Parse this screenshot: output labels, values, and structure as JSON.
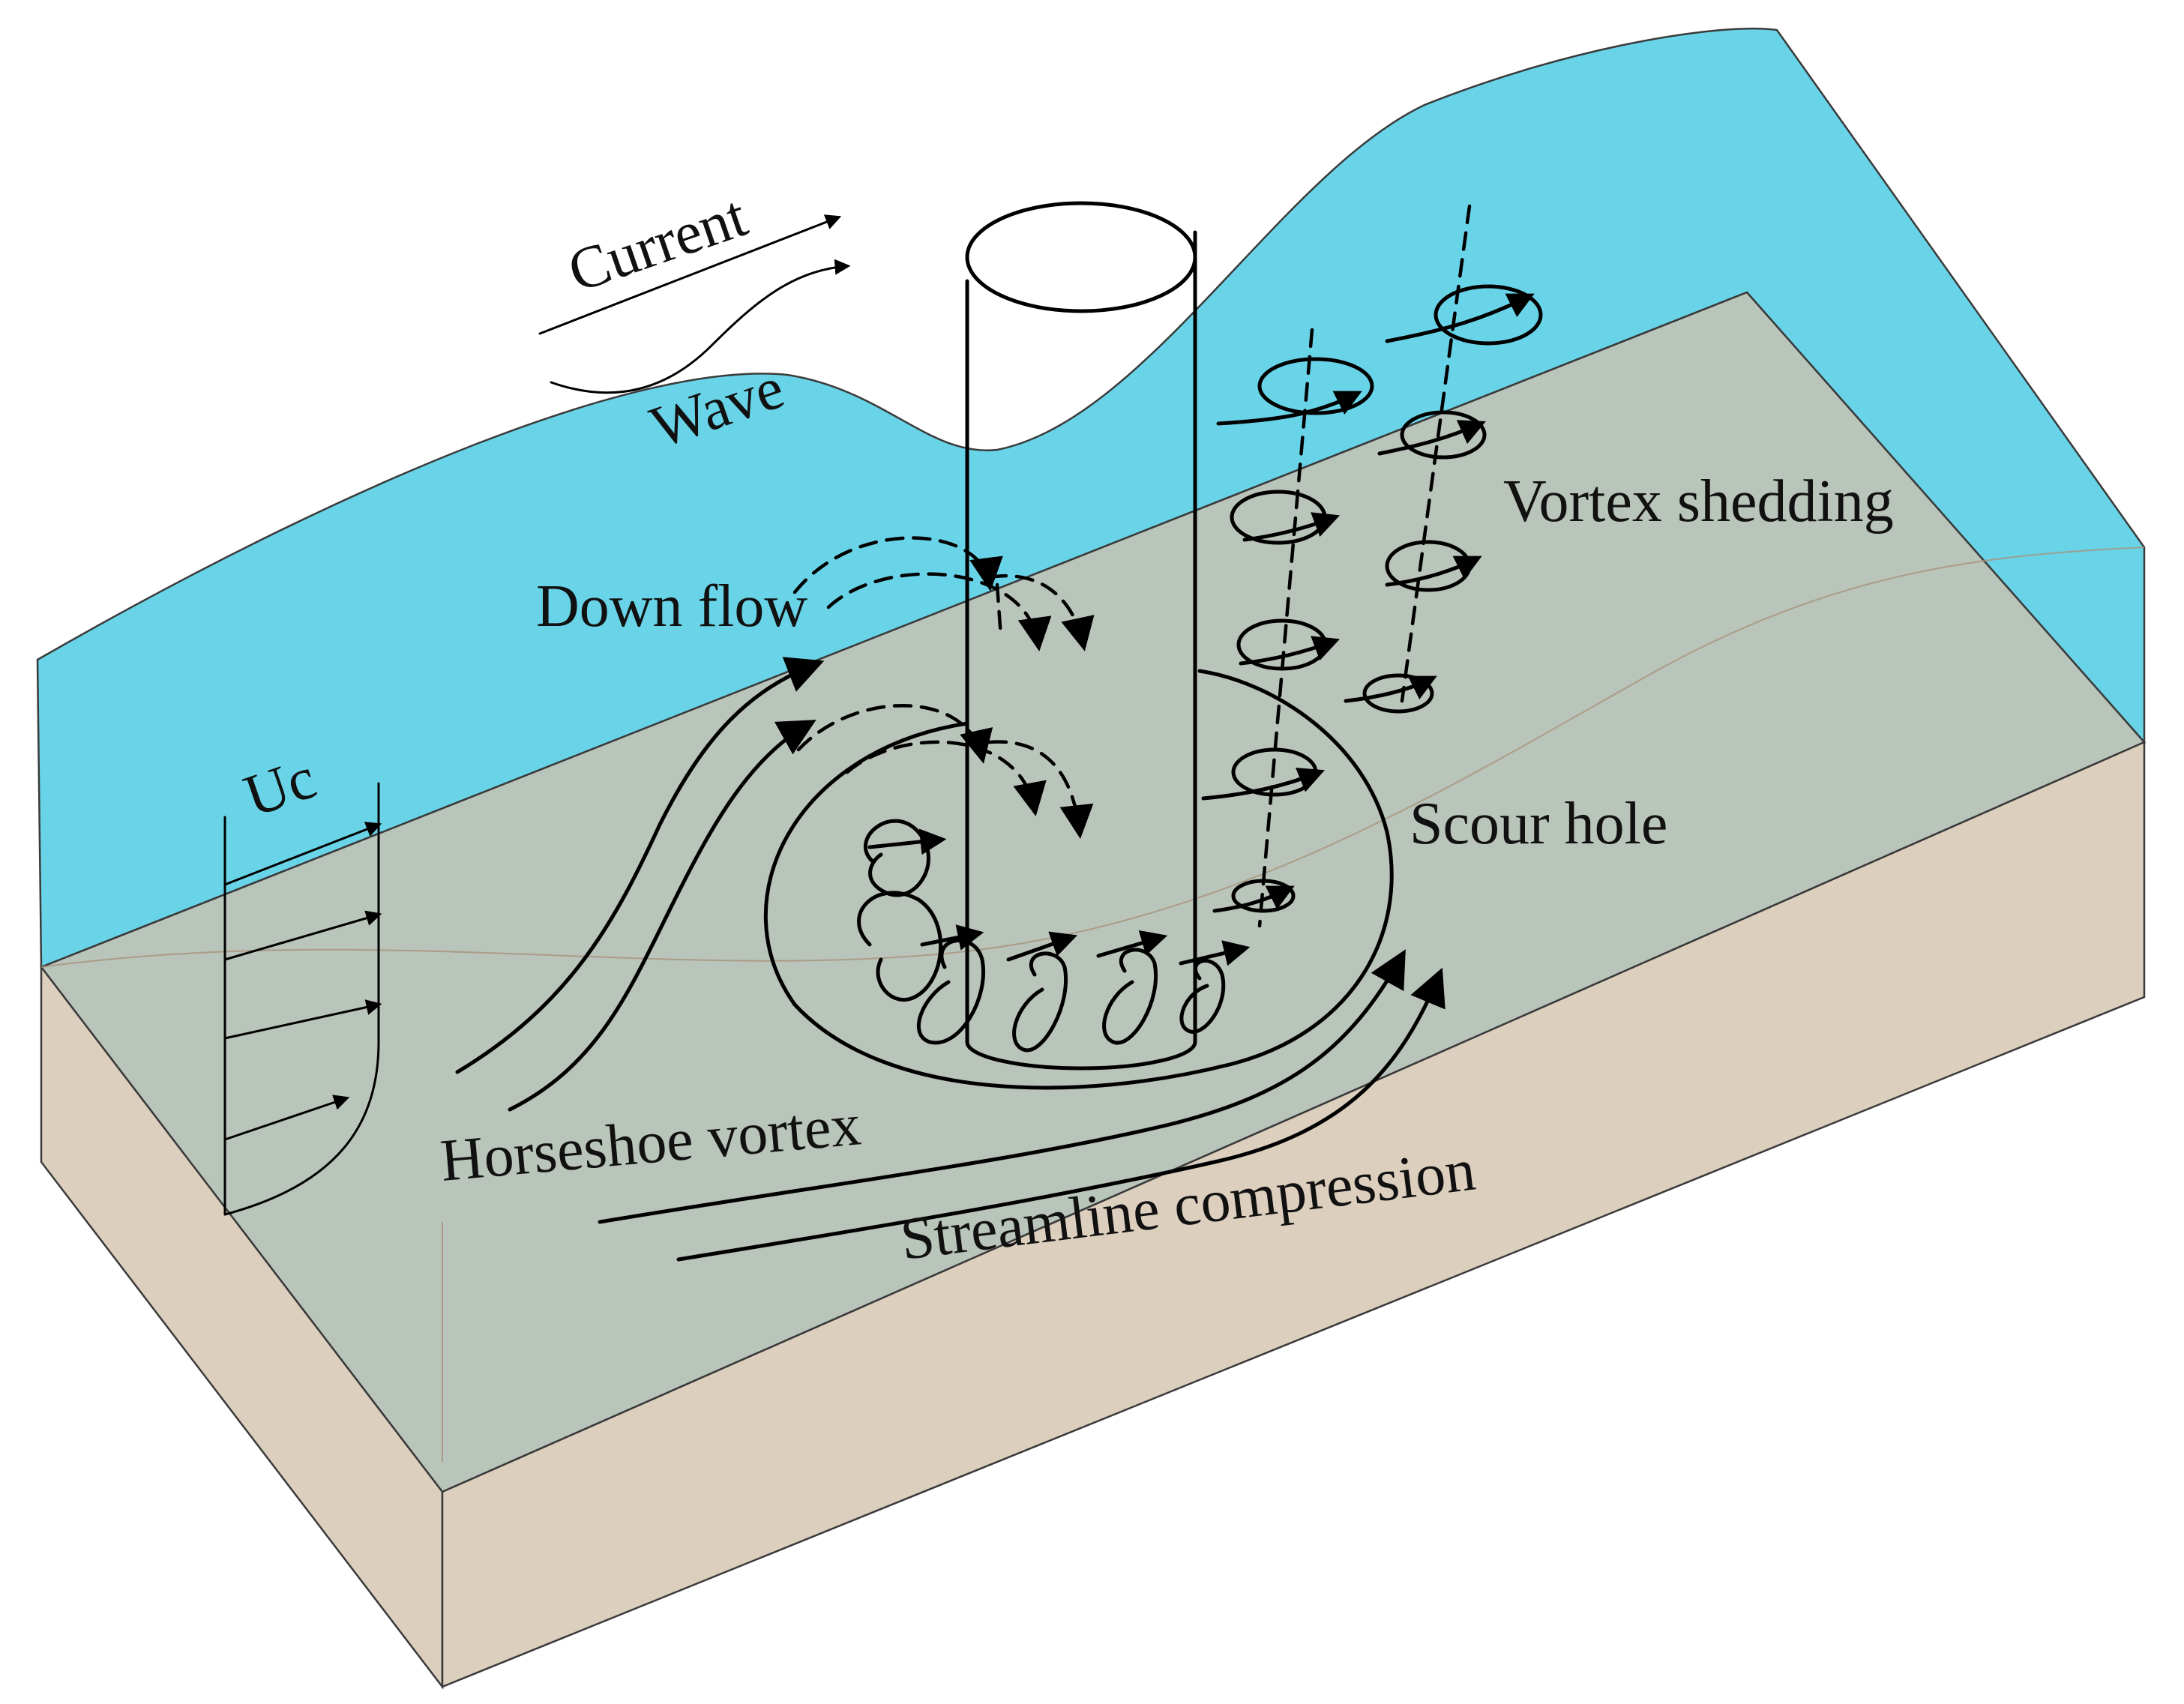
{
  "labels": {
    "current": "Current",
    "wave": "Wave",
    "down_flow": "Down flow",
    "vortex_shedding": "Vortex shedding",
    "uc": "Uc",
    "scour_hole": "Scour hole",
    "horseshoe_vortex": "Horseshoe vortex",
    "streamline_compression": "Streamline compression"
  },
  "colors": {
    "water": "#69d4e8",
    "seabed_top": "#b9c4ba",
    "seabed_side": "#dccfbe",
    "line": "#000000"
  }
}
